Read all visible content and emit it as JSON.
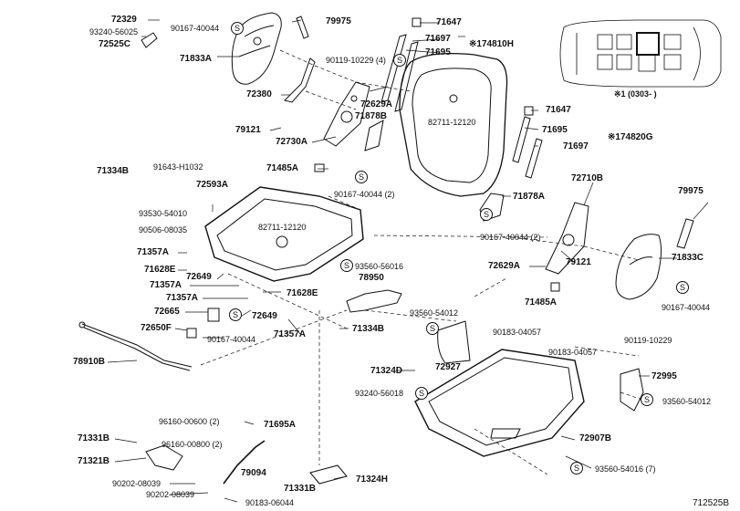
{
  "figure_number": "712525B",
  "legend": {
    "mark": "※1",
    "text": "※1 (0303-       )"
  },
  "s_mark": "S",
  "parts": {
    "p72329": "72329",
    "p93240_56025": "93240-56025",
    "p72525C": "72525C",
    "p90167_40044_a": "90167-40044",
    "p79975_a": "79975",
    "p71833A": "71833A",
    "p90119_10229_4": "90119-10229 (4)",
    "p71647_a": "71647",
    "p71697_a": "71697",
    "p71695_a": "71695",
    "ref_174810H": "※174810H",
    "p72380": "72380",
    "p72629A_a": "72629A",
    "p71878B": "71878B",
    "p82711_12120_a": "82711-12120",
    "p79121_a": "79121",
    "p72730A": "72730A",
    "p71647_b": "71647",
    "p71695_b": "71695",
    "p71697_b": "71697",
    "ref_174820G": "※174820G",
    "p71334B_a": "71334B",
    "p91643_H1032": "91643-H1032",
    "p71485A_a": "71485A",
    "p72593A": "72593A",
    "p90167_40044_2a": "90167-40044 (2)",
    "p71878A": "71878A",
    "p72710B": "72710B",
    "p79975_b": "79975",
    "p93530_54010": "93530-54010",
    "p90506_08035": "90506-08035",
    "p82711_12120_b": "82711-12120",
    "p90167_40044_2b": "90167-40044 (2)",
    "p71833C": "71833C",
    "p71357A_a": "71357A",
    "p93560_56016": "93560-56016",
    "p72629A_b": "72629A",
    "p79121_b": "79121",
    "p71628E_a": "71628E",
    "p72649_a": "72649",
    "p78950": "78950",
    "p71357A_b": "71357A",
    "p71628E_b": "71628E",
    "p71357A_c": "71357A",
    "p71485A_b": "71485A",
    "p90167_40044_b": "90167-40044",
    "p72665": "72665",
    "p72649_b": "72649",
    "p93560_54012_a": "93560-54012",
    "p72650F": "72650F",
    "p71334B_b": "71334B",
    "p90183_04057_a": "90183-04057",
    "p90119_10229": "90119-10229",
    "p90167_40044_c": "90167-40044",
    "p71357A_d": "71357A",
    "p78910B": "78910B",
    "p90183_04057_b": "90183-04057",
    "p72927": "72927",
    "p71324D": "71324D",
    "p72995": "72995",
    "p93240_56018": "93240-56018",
    "p93560_54012_b": "93560-54012",
    "p96160_00600": "96160-00600 (2)",
    "p71695A": "71695A",
    "p72907B": "72907B",
    "p71331B_a": "71331B",
    "p96160_00800": "96160-00800 (2)",
    "p71321B": "71321B",
    "p79094": "79094",
    "p93560_54016_7": "93560-54016 (7)",
    "p90202_08039_a": "90202-08039",
    "p71324H": "71324H",
    "p90202_08039_b": "90202-08039",
    "p71331B_b": "71331B",
    "p90183_06044": "90183-06044"
  }
}
